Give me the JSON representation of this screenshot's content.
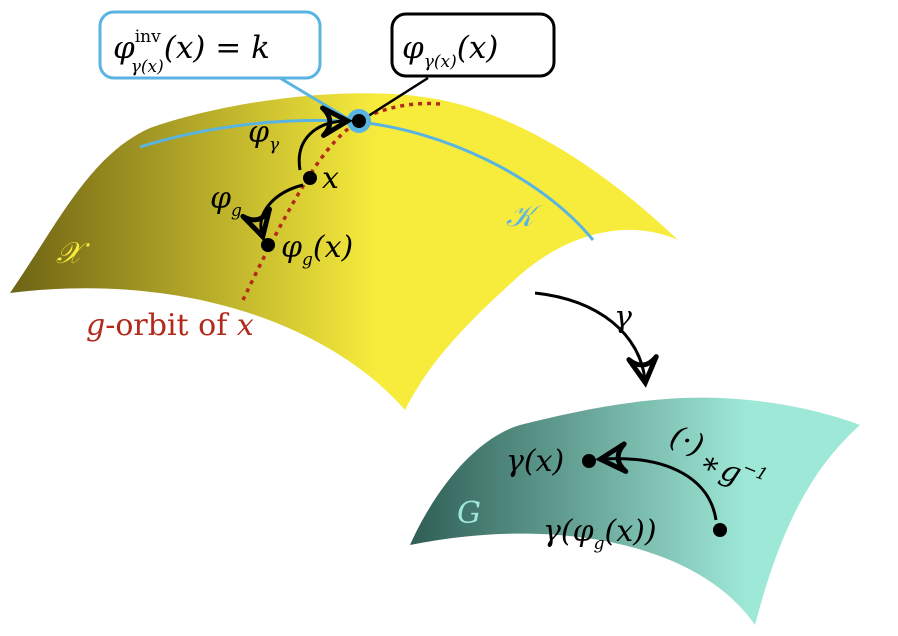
{
  "colors": {
    "manifold_light": "#f7ec3c",
    "manifold_dark": "#6e6314",
    "group_light": "#9ee8d8",
    "group_dark": "#2f5e55",
    "kappa_curve": "#5ab4e2",
    "orbit": "#b22a1a",
    "ink": "#000000"
  },
  "labels": {
    "callout_left": "φ^inv_γ(x)(x) = k",
    "callout_left_main": "φ",
    "callout_left_sup": "inv",
    "callout_left_sub": "γ(x)",
    "callout_left_rest": "(x) = k",
    "callout_right": "φ_γ(x)(x)",
    "callout_right_main": "φ",
    "callout_right_sub": "γ(x)",
    "callout_right_rest": "(x)",
    "manifold": "𝒳",
    "kappa": "𝒦",
    "point_x": "x",
    "point_phi_g": "φ_g(x)",
    "point_phi_g_main": "φ",
    "point_phi_g_sub": "g",
    "point_phi_g_rest": "(x)",
    "arrow_phi_gamma": "φ_γ",
    "arrow_phi_gamma_main": "φ",
    "arrow_phi_gamma_sub": "γ",
    "arrow_phi_g": "φ_g",
    "arrow_phi_g_main": "φ",
    "arrow_phi_g_sub": "g",
    "orbit_caption_g": "g",
    "orbit_caption_text": "-orbit of ",
    "orbit_caption_x": "x",
    "map_gamma": "γ",
    "group": "G",
    "gamma_x": "γ(x)",
    "gamma_phi_g_x": "γ(φ_g(x))",
    "gamma_phi_g_x_pre": "γ(φ",
    "gamma_phi_g_x_sub": "g",
    "gamma_phi_g_x_post": "(x))",
    "right_action": "(·) ∗ g⁻¹",
    "right_action_paren": "(·)",
    "right_action_star": "∗",
    "right_action_g": "g",
    "right_action_exp": "−1"
  }
}
